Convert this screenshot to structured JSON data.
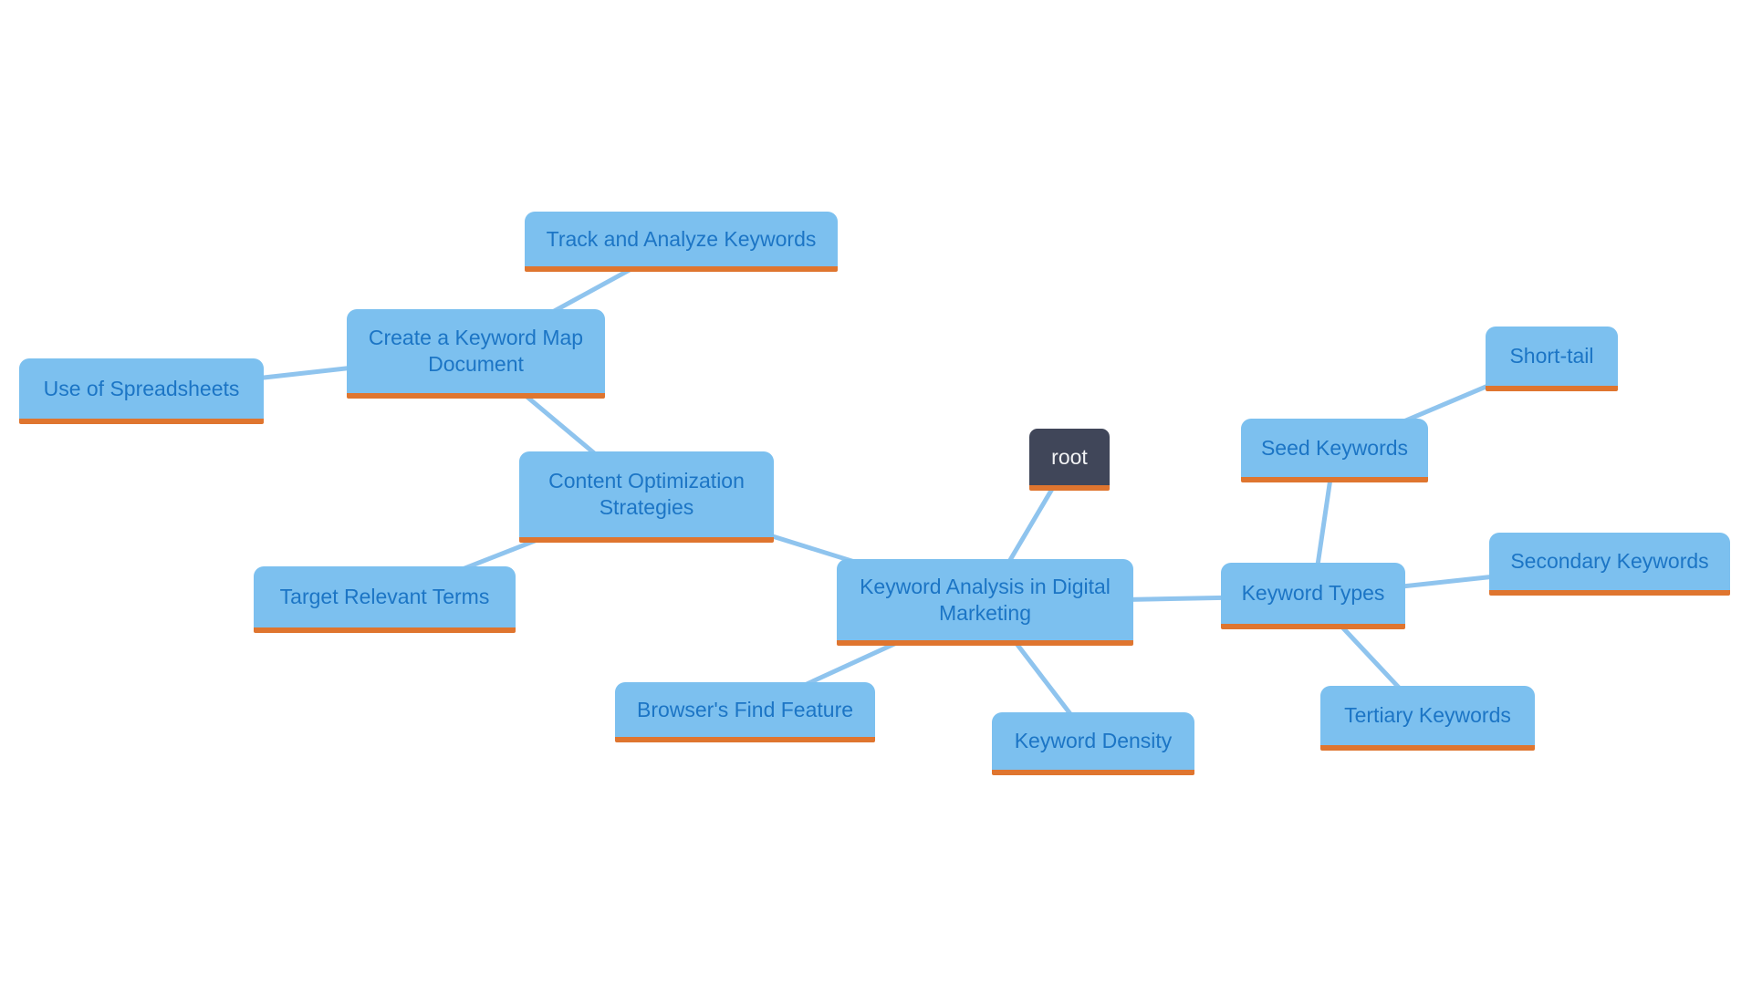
{
  "colors": {
    "background": "#ffffff",
    "node_fill": "#7cc0ef",
    "node_text": "#1c75c5",
    "accent_underline": "#df752f",
    "root_fill": "#404659",
    "root_text": "#f2f3f5",
    "edge": "#8fc4ee"
  },
  "diagram": {
    "type": "mindmap",
    "nodes": [
      {
        "id": "root",
        "label": "root"
      },
      {
        "id": "central",
        "label": "Keyword Analysis in Digital Marketing"
      },
      {
        "id": "cos",
        "label": "Content Optimization Strategies"
      },
      {
        "id": "create",
        "label": "Create a Keyword Map Document"
      },
      {
        "id": "track",
        "label": "Track and Analyze Keywords"
      },
      {
        "id": "use",
        "label": "Use of Spreadsheets"
      },
      {
        "id": "target",
        "label": "Target Relevant Terms"
      },
      {
        "id": "browser",
        "label": "Browser's Find Feature"
      },
      {
        "id": "density",
        "label": "Keyword Density"
      },
      {
        "id": "kt",
        "label": "Keyword Types"
      },
      {
        "id": "seed",
        "label": "Seed Keywords"
      },
      {
        "id": "short",
        "label": "Short-tail"
      },
      {
        "id": "secondary",
        "label": "Secondary Keywords"
      },
      {
        "id": "tertiary",
        "label": "Tertiary Keywords"
      }
    ],
    "edges": [
      {
        "from": "root",
        "to": "central"
      },
      {
        "from": "central",
        "to": "cos"
      },
      {
        "from": "cos",
        "to": "create"
      },
      {
        "from": "create",
        "to": "track"
      },
      {
        "from": "create",
        "to": "use"
      },
      {
        "from": "cos",
        "to": "target"
      },
      {
        "from": "central",
        "to": "browser"
      },
      {
        "from": "central",
        "to": "density"
      },
      {
        "from": "central",
        "to": "kt"
      },
      {
        "from": "kt",
        "to": "seed"
      },
      {
        "from": "seed",
        "to": "short"
      },
      {
        "from": "kt",
        "to": "secondary"
      },
      {
        "from": "kt",
        "to": "tertiary"
      }
    ]
  }
}
